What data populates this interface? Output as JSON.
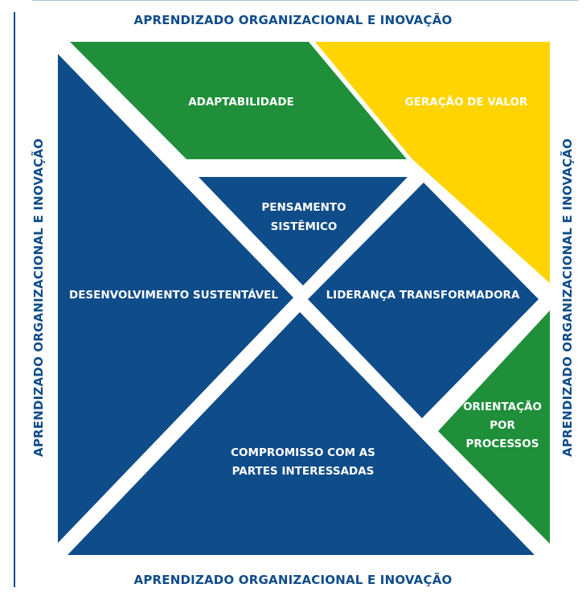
{
  "frame": {
    "top_label": "APRENDIZADO ORGANIZACIONAL E INOVAÇÃO",
    "bottom_label": "APRENDIZADO ORGANIZACIONAL E INOVAÇÃO",
    "left_label": "APRENDIZADO ORGANIZACIONAL E INOVAÇÃO",
    "right_label": "APRENDIZADO ORGANIZACIONAL E INOVAÇÃO"
  },
  "colors": {
    "blue": "#0f4c8a",
    "green": "#1f8f3a",
    "yellow": "#ffd400",
    "text_light": "#ffffff",
    "text_on_yellow": "#ffffff"
  },
  "pieces": {
    "adaptabilidade": "ADAPTABILIDADE",
    "geracao_valor": "GERAÇÃO DE VALOR",
    "pensamento_1": "PENSAMENTO",
    "pensamento_2": "SISTÊMICO",
    "desenvolvimento": "DESENVOLVIMENTO SUSTENTÁVEL",
    "lideranca": "LIDERANÇA TRANSFORMADORA",
    "orientacao_1": "ORIENTAÇÃO",
    "orientacao_2": "POR",
    "orientacao_3": "PROCESSOS",
    "compromisso_1": "COMPROMISSO COM AS",
    "compromisso_2": "PARTES INTERESSADAS"
  }
}
